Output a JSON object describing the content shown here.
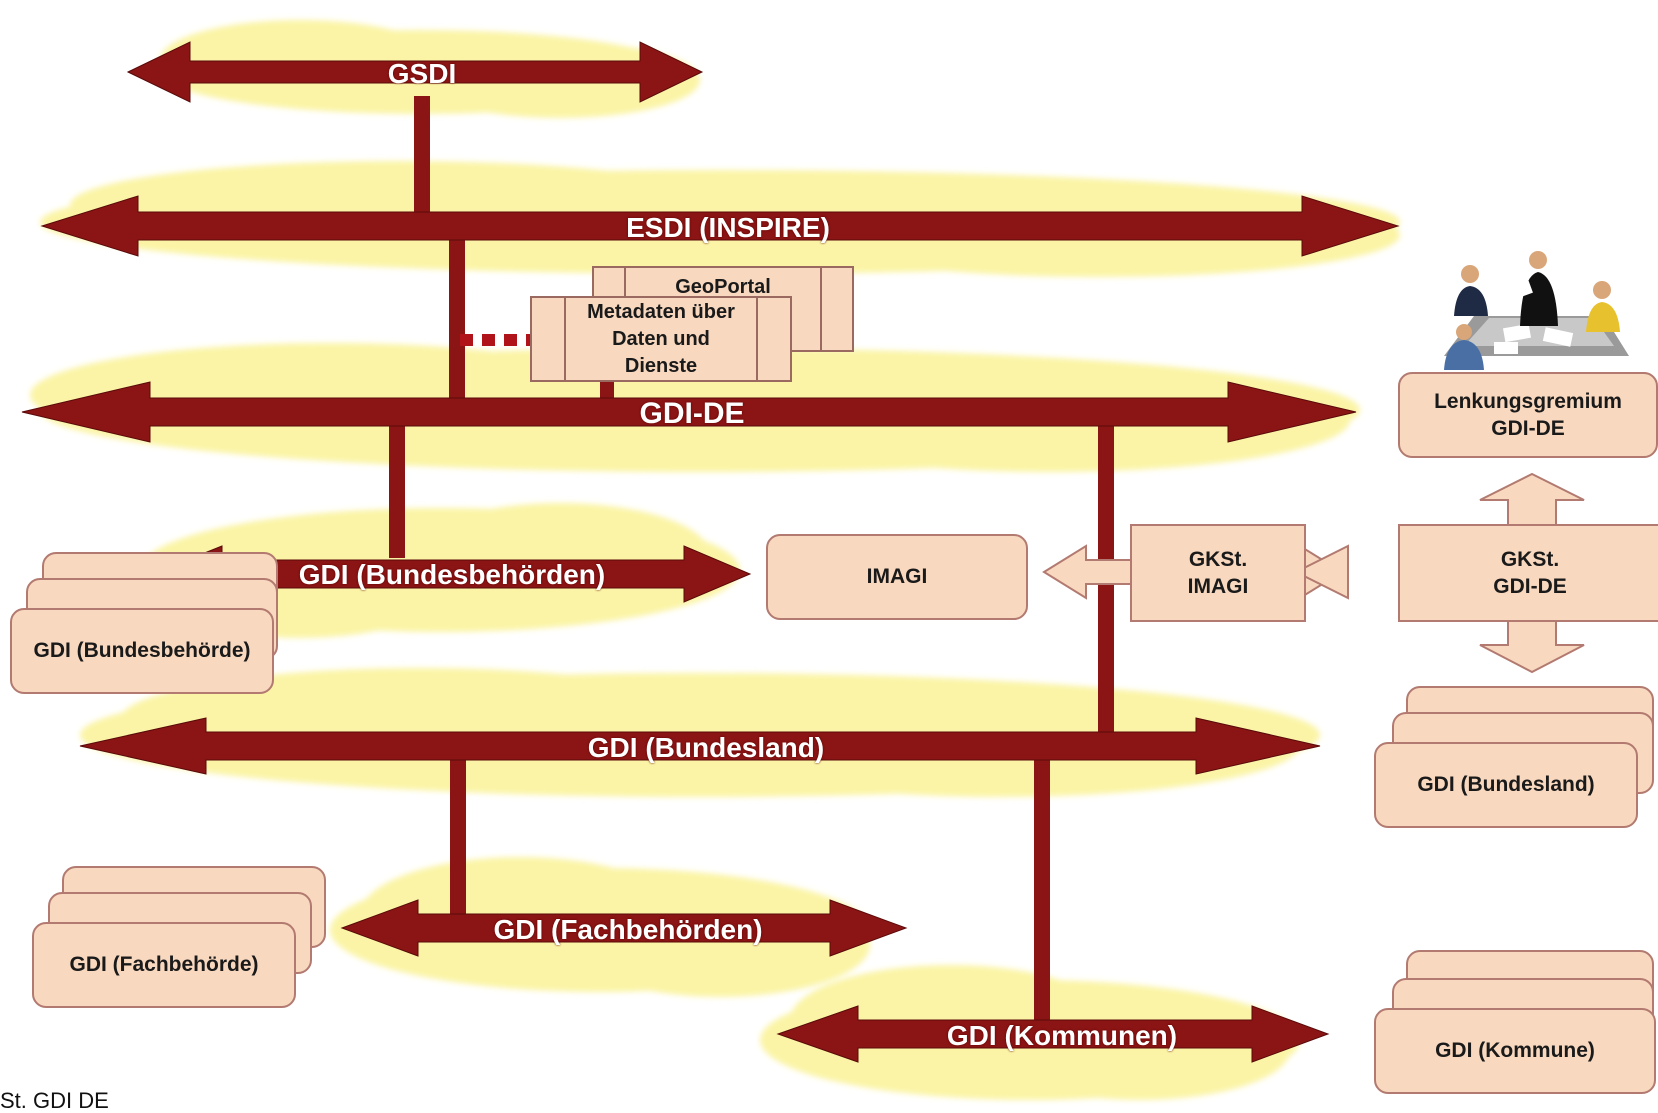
{
  "arrows": {
    "gsdi": "GSDI",
    "esdi": "ESDI (INSPIRE)",
    "gdi_de": "GDI-DE",
    "gdi_bundesbehoerden": "GDI (Bundesbehörden)",
    "gdi_bundesland": "GDI (Bundesland)",
    "gdi_fachbehoerden": "GDI (Fachbehörden)",
    "gdi_kommunen": "GDI (Kommunen)"
  },
  "portal": {
    "geoportal": "GeoPortal",
    "metadata_line1": "Metadaten über",
    "metadata_line2": "Daten und",
    "metadata_line3": "Dienste"
  },
  "boxes": {
    "imagi": "IMAGI",
    "gkst_imagi_line1": "GKSt.",
    "gkst_imagi_line2": "IMAGI",
    "gkst_gdi_de_line1": "GKSt.",
    "gkst_gdi_de_line2": "GDI-DE",
    "lenkungsgremium_line1": "Lenkungsgremium",
    "lenkungsgremium_line2": "GDI-DE",
    "gdi_bundesbehoerde": "GDI (Bundesbehörde)",
    "gdi_bundesland": "GDI (Bundesland)",
    "gdi_fachbehoerde": "GDI (Fachbehörde)",
    "gdi_kommune": "GDI (Kommune)"
  },
  "caption": "St. GDI DE",
  "colors": {
    "arrow": "#8b1414",
    "cloud": "#fbf4a6",
    "box_fill": "#f8d8bf",
    "box_border": "#b27a70",
    "light_arrow": "#f8d8bf"
  },
  "icons": {
    "meeting_photo": "meeting-people-illustration"
  }
}
